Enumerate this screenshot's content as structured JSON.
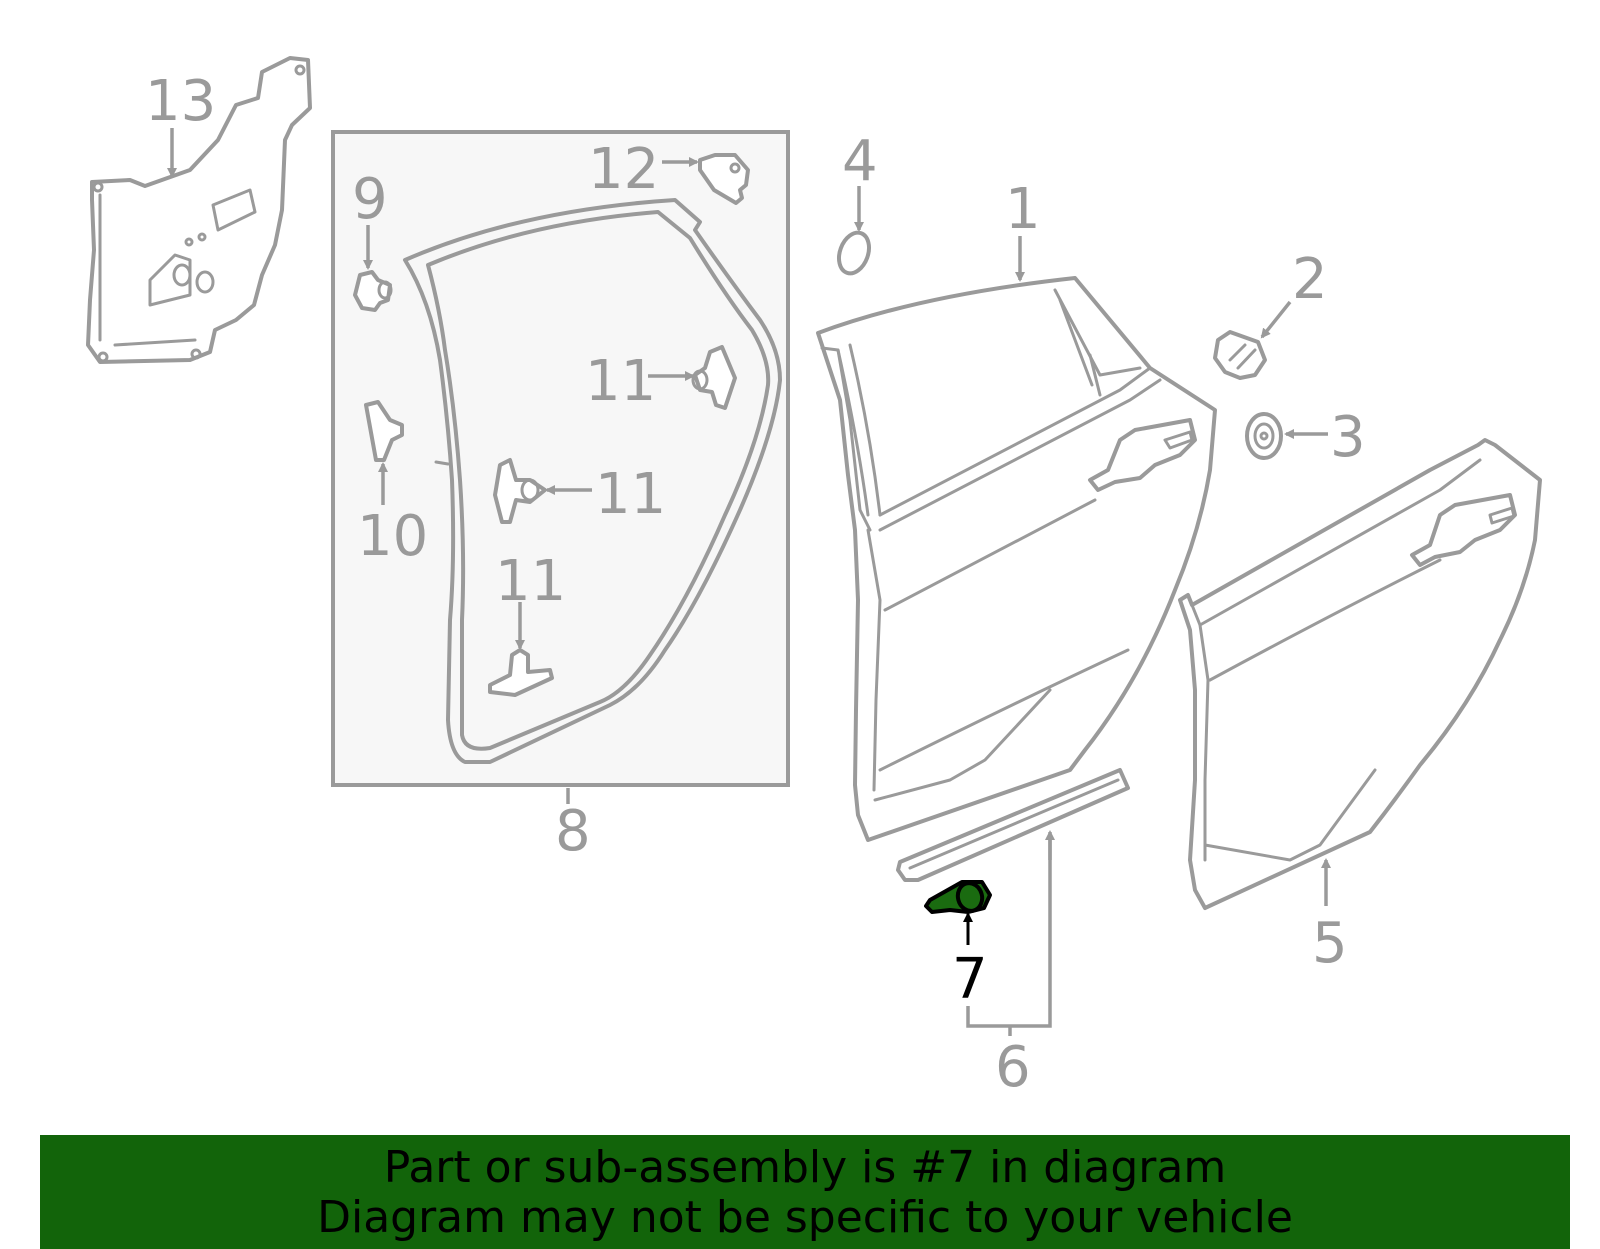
{
  "diagram": {
    "highlighted_part": "7",
    "labels": {
      "l1": "1",
      "l2": "2",
      "l3": "3",
      "l4": "4",
      "l5": "5",
      "l6": "6",
      "l7": "7",
      "l8": "8",
      "l9": "9",
      "l10": "10",
      "l11a": "11",
      "l11b": "11",
      "l11c": "11",
      "l12": "12",
      "l13": "13"
    },
    "colors": {
      "line": "#9a9a9a",
      "highlight": "#1a6b10",
      "banner": "#12640a",
      "inset_bg": "#f7f7f7"
    }
  },
  "banner": {
    "line1": "Part or sub-assembly is #7 in diagram",
    "line2": "Diagram may not be specific to your vehicle"
  }
}
